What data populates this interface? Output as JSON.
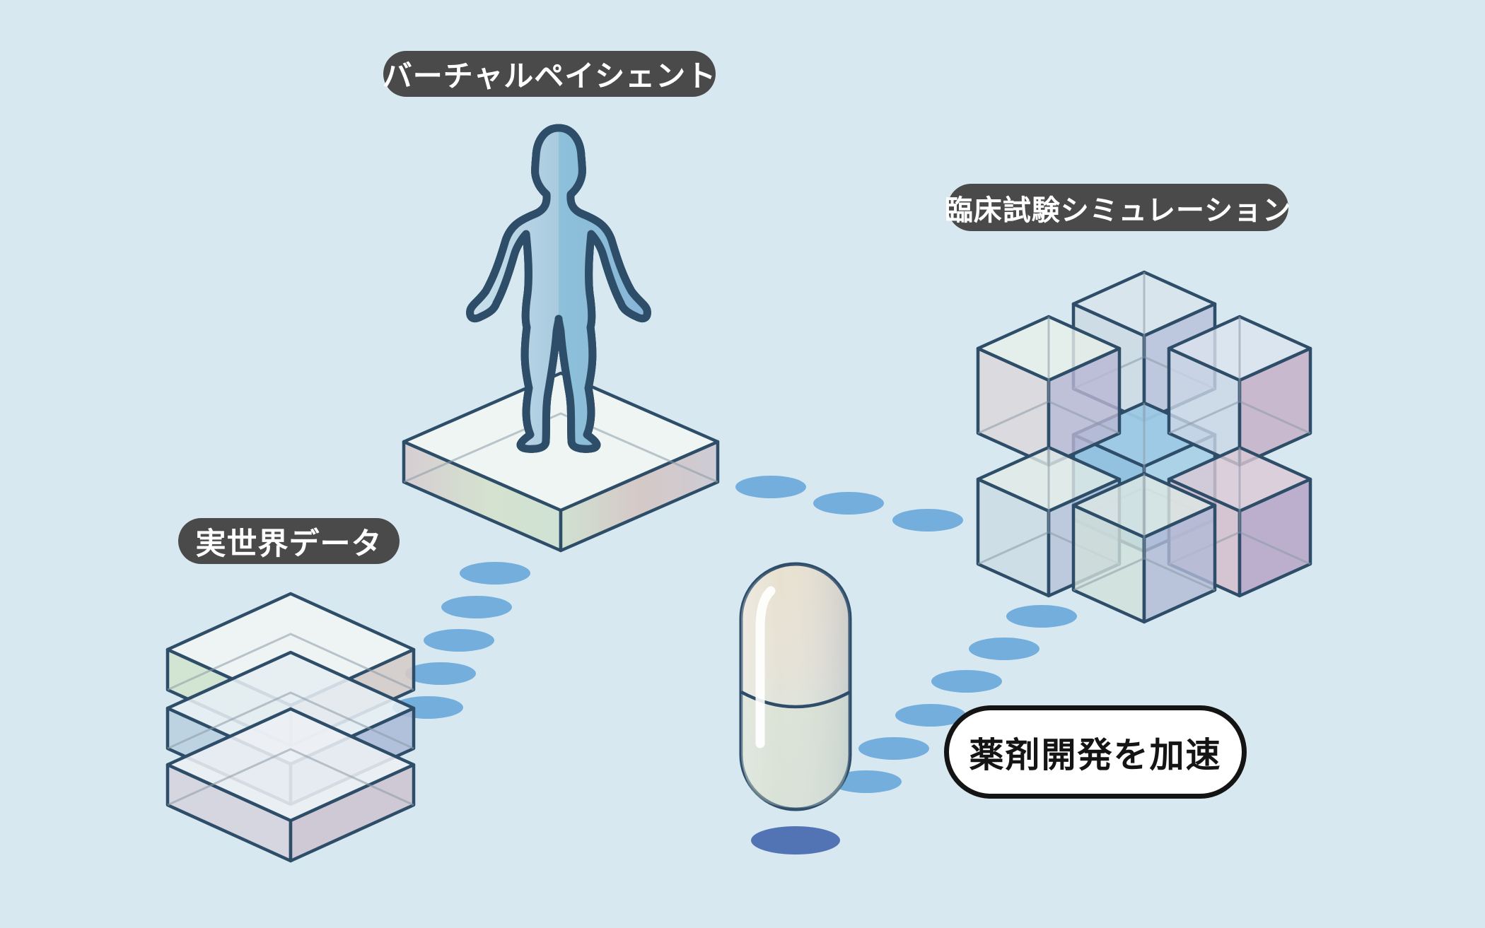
{
  "labels": {
    "virtual_patient": "バーチャルペイシェント",
    "clinical_trial": "臨床試験シミュレーション",
    "real_world_data": "実世界データ",
    "accelerate": "薬剤開発を加速"
  },
  "colors": {
    "background": "#d7e8f0",
    "outline": "#2e4d68",
    "dot": "#74aedd",
    "dot_shadow": "#5274b4",
    "label_pill_bg": "#4a4a4a",
    "label_pill_text": "#ffffff",
    "accelerate_pill_bg": "#ffffff",
    "accelerate_pill_border": "#141414",
    "accelerate_pill_text": "#141414"
  },
  "illustration": {
    "virtual_patient_figure": "human-silhouette-gradient",
    "platform": "transparent-glass-platform",
    "real_world_data_stack": "three-stacked-glass-layers",
    "clinical_trial_cubes": "cluster-of-transparent-cubes",
    "capsule": "two-tone-drug-capsule",
    "dot_trails": "blue-dotted-connection-paths",
    "capsule_shadow": "dark-blue-ellipse"
  }
}
